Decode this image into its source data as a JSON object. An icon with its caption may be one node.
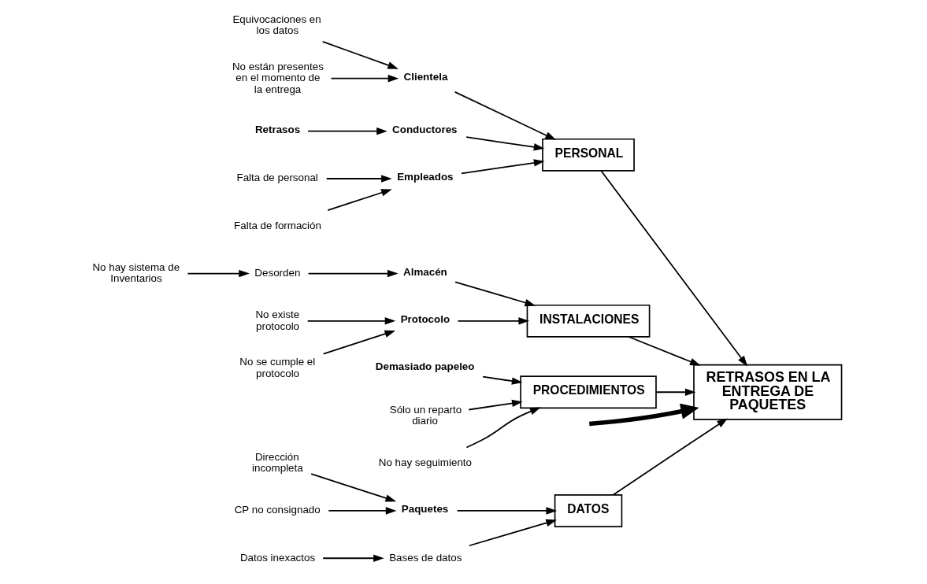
{
  "diagram": {
    "nodes": [
      {
        "text": [
          "DATOS"
        ]
      },
      {
        "text": [
          "PERSONAL"
        ]
      },
      {
        "text": [
          "INSTALACIONES"
        ]
      },
      {
        "text": [
          "PROCEDIMIENTOS"
        ]
      },
      {
        "text": [
          "RETRASOS EN LA ENTREGA DE PAQUETES"
        ]
      },
      {
        "text": [
          "Paquetes"
        ]
      },
      {
        "text": [
          "Dirección incompleta"
        ]
      },
      {
        "text": [
          "CP no consignado"
        ]
      },
      {
        "text": [
          "Bases de datos"
        ]
      },
      {
        "text": [
          "Datos inexactos"
        ]
      },
      {
        "text": [
          "Clientela"
        ]
      },
      {
        "text": [
          "Equivocaciones en los datos"
        ]
      },
      {
        "text": [
          "No están presentes en el momento de la entrega"
        ]
      },
      {
        "text": [
          "Conductores"
        ]
      },
      {
        "text": [
          "Retrasos"
        ]
      },
      {
        "text": [
          "Empleados"
        ]
      },
      {
        "text": [
          "Falta de personal"
        ]
      },
      {
        "text": [
          "Falta de formación"
        ]
      },
      {
        "text": [
          "Almacén"
        ]
      },
      {
        "text": [
          "No hay sistema de Inventarios"
        ]
      },
      {
        "text": [
          "Desorden"
        ]
      },
      {
        "text": [
          "Protocolo"
        ]
      },
      {
        "text": [
          "No existe protocolo"
        ]
      },
      {
        "text": [
          "No se cumple el protocolo"
        ]
      },
      {
        "text": [
          "Demasiado papeleo"
        ]
      },
      {
        "text": [
          "Sólo un reparto diario"
        ]
      },
      {
        "text": [
          "No hay seguimiento"
        ]
      }
    ],
    "edges": [
      {
        "from": null,
        "to": 4,
        "arrow": "to",
        "style": "thick"
      },
      {
        "from": 0,
        "to": 4,
        "arrow": "to"
      },
      {
        "from": 1,
        "to": 4,
        "arrow": "to"
      },
      {
        "from": 2,
        "to": 4,
        "arrow": "to"
      },
      {
        "from": 3,
        "to": 4,
        "arrow": "to"
      },
      {
        "from": 5,
        "to": 0,
        "arrow": "to"
      },
      {
        "from": 6,
        "to": 5,
        "arrow": "to"
      },
      {
        "from": 7,
        "to": 5,
        "arrow": "to"
      },
      {
        "from": 8,
        "to": 0,
        "arrow": "to"
      },
      {
        "from": 9,
        "to": 8,
        "arrow": "to"
      },
      {
        "from": 10,
        "to": 1,
        "arrow": "to"
      },
      {
        "from": 11,
        "to": 10,
        "arrow": "to"
      },
      {
        "from": 12,
        "to": 10,
        "arrow": "to"
      },
      {
        "from": 13,
        "to": 1,
        "arrow": "to"
      },
      {
        "from": 14,
        "to": 13,
        "arrow": "to"
      },
      {
        "from": 15,
        "to": 1,
        "arrow": "to"
      },
      {
        "from": 16,
        "to": 15,
        "arrow": "to"
      },
      {
        "from": 17,
        "to": 15,
        "arrow": "to"
      },
      {
        "from": 18,
        "to": 2,
        "arrow": "to"
      },
      {
        "from": 20,
        "to": 18,
        "arrow": "to"
      },
      {
        "from": 19,
        "to": 20,
        "arrow": "to"
      },
      {
        "from": 21,
        "to": 2,
        "arrow": "to"
      },
      {
        "from": 22,
        "to": 21,
        "arrow": "to"
      },
      {
        "from": 23,
        "to": 21,
        "arrow": "to"
      },
      {
        "from": 24,
        "to": 3,
        "arrow": "to"
      },
      {
        "from": 25,
        "to": 3,
        "arrow": "to"
      },
      {
        "from": 26,
        "to": 3,
        "arrow": "to"
      }
    ]
  }
}
